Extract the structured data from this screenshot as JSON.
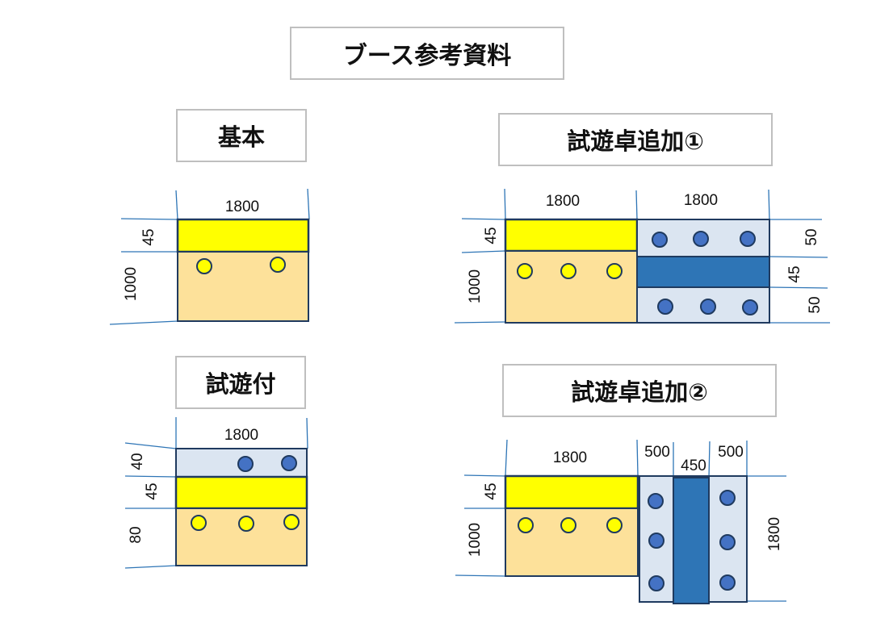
{
  "main_title": "ブース参考資料",
  "colors": {
    "yellow_strip": "#ffff00",
    "tan_area": "#fde19a",
    "light_blue_area": "#dbe5f1",
    "dark_blue_strip": "#2e75b6",
    "blue_dot": "#4472c4",
    "outline": "#1f3a5f",
    "dimension_line": "#2e75b6",
    "title_border": "#bfbfbf"
  },
  "panels": {
    "basic": {
      "title": "基本",
      "dims": {
        "width": "1800",
        "strip_h": "45",
        "area_h": "1000"
      }
    },
    "with_play": {
      "title": "試遊付",
      "dims": {
        "width": "1800",
        "blue_h": "40",
        "strip_h": "45",
        "area_h": "80"
      }
    },
    "add_table_1": {
      "title": "試遊卓追加①",
      "dims": {
        "left_w": "1800",
        "right_w": "1800",
        "strip_h": "45",
        "area_h": "1000",
        "r_top": "50",
        "r_mid": "45",
        "r_bot": "50"
      }
    },
    "add_table_2": {
      "title": "試遊卓追加②",
      "dims": {
        "left_w": "1800",
        "w1": "500",
        "w2": "450",
        "w3": "500",
        "strip_h": "45",
        "area_h": "1000",
        "right_h": "1800"
      }
    }
  }
}
